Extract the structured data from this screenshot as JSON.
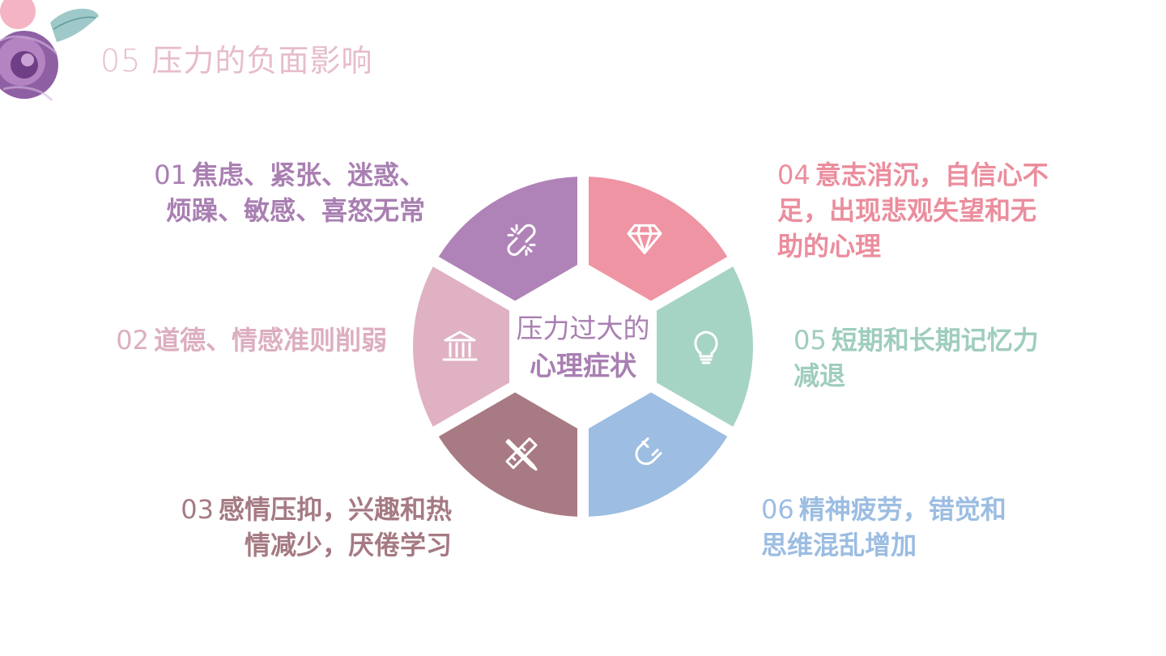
{
  "title": "05 压力的负面影响",
  "center": {
    "line1": "压力过大的",
    "line2": "心理症状"
  },
  "segments": [
    {
      "id": "01",
      "icon": "broken-link-icon",
      "color": "#b083b8"
    },
    {
      "id": "04",
      "icon": "diamond-icon",
      "color": "#ef94a3"
    },
    {
      "id": "05",
      "icon": "lightbulb-icon",
      "color": "#a6d4c4"
    },
    {
      "id": "06",
      "icon": "magnet-icon",
      "color": "#9dbde2"
    },
    {
      "id": "03",
      "icon": "ruler-pencil-icon",
      "color": "#a87a83"
    },
    {
      "id": "02",
      "icon": "bank-icon",
      "color": "#dfb1c3"
    }
  ],
  "items": {
    "i01": {
      "num": "01",
      "lines": [
        "焦虑、紧张、迷惑、",
        "烦躁、敏感、喜怒无常"
      ],
      "color": "#a97fb2"
    },
    "i02": {
      "num": "02",
      "lines": [
        "道德、情感准则削弱"
      ],
      "color": "#dcaec0"
    },
    "i03": {
      "num": "03",
      "lines": [
        "感情压抑，兴趣和热",
        "情减少，厌倦学习"
      ],
      "color": "#a57a82"
    },
    "i04": {
      "num": "04",
      "lines": [
        "意志消沉，自信心不",
        "足，出现悲观失望和无",
        "助的心理"
      ],
      "color": "#eb8d9d"
    },
    "i05": {
      "num": "05",
      "lines": [
        "短期和长期记忆力",
        "减退"
      ],
      "color": "#9fcdbd"
    },
    "i06": {
      "num": "06",
      "lines": [
        "精神疲劳，错觉和",
        "思维混乱增加"
      ],
      "color": "#9cbde2"
    }
  }
}
